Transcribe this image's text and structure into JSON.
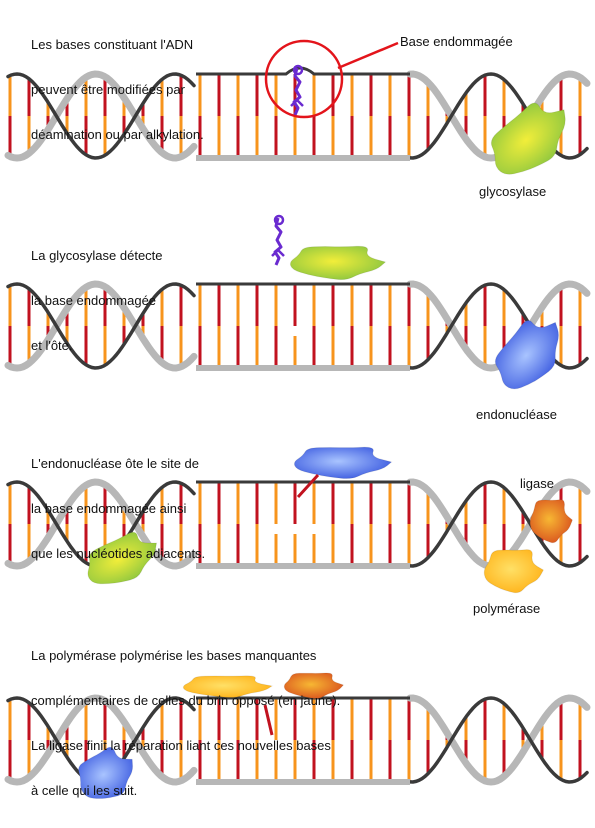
{
  "colors": {
    "backbone_gray": "#b7b7b7",
    "backbone_dark": "#3a3a3a",
    "base_orange": "#f7941d",
    "base_red": "#c1121f",
    "damaged_base": "#6a2bd0",
    "highlight_circle": "#e3141b",
    "glycosylase": "#8cc63f",
    "endonuclease": "#3d5ce0",
    "ligase": "#d9531e",
    "polymerase": "#ffb31a"
  },
  "panels": [
    {
      "caption_lines": [
        "Les bases constituant l'ADN",
        "peuvent être modifiées par",
        "déamination ou par alkylation."
      ],
      "labels": [
        "Base endommagée",
        "glycosylase"
      ]
    },
    {
      "caption_lines": [
        "La glycosylase détecte",
        "la base endommagée",
        "et l'ôte."
      ],
      "labels": [
        "endonucléase"
      ]
    },
    {
      "caption_lines": [
        "L'endonucléase ôte le site de",
        "la base endommagée ainsi",
        "que les nucléotides adjacents."
      ],
      "labels": [
        "ligase",
        "polymérase"
      ]
    },
    {
      "caption_lines": [
        "La polymérase polymérise les bases manquantes",
        "complémentaires de celles du brin opposé (en jaune).",
        "La ligase finit la réparation liant ces nouvelles bases",
        "à celle qui les suit."
      ],
      "labels": []
    }
  ]
}
